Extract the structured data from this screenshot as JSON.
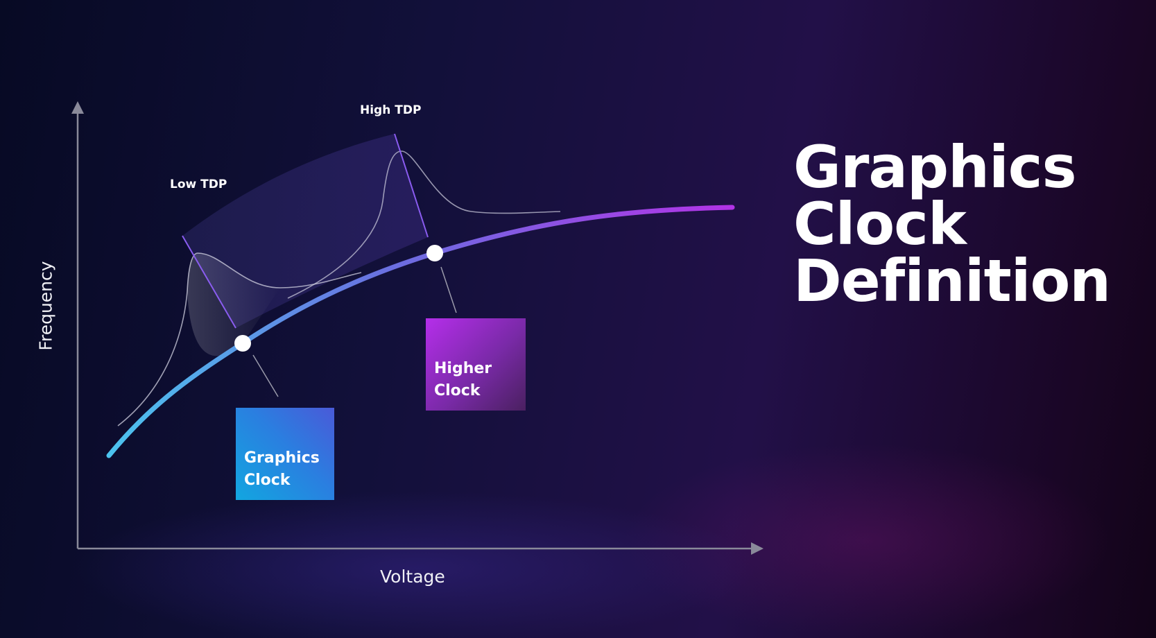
{
  "diagram": {
    "axes": {
      "x_label": "Voltage",
      "y_label": "Frequency"
    },
    "annotations": {
      "low_tdp": "Low TDP",
      "high_tdp": "High TDP"
    },
    "boxes": {
      "graphics_clock": [
        "Graphics",
        "Clock"
      ],
      "higher_clock": [
        "Higher",
        "Clock"
      ]
    },
    "title": [
      "Graphics",
      "Clock",
      "Definition"
    ],
    "colors": {
      "curve_start": "#4cc3ee",
      "curve_mid": "#6a6fe0",
      "curve_end": "#b233e6",
      "box_blue": "#1f8fe0",
      "box_purple": "#b02ee8"
    }
  }
}
